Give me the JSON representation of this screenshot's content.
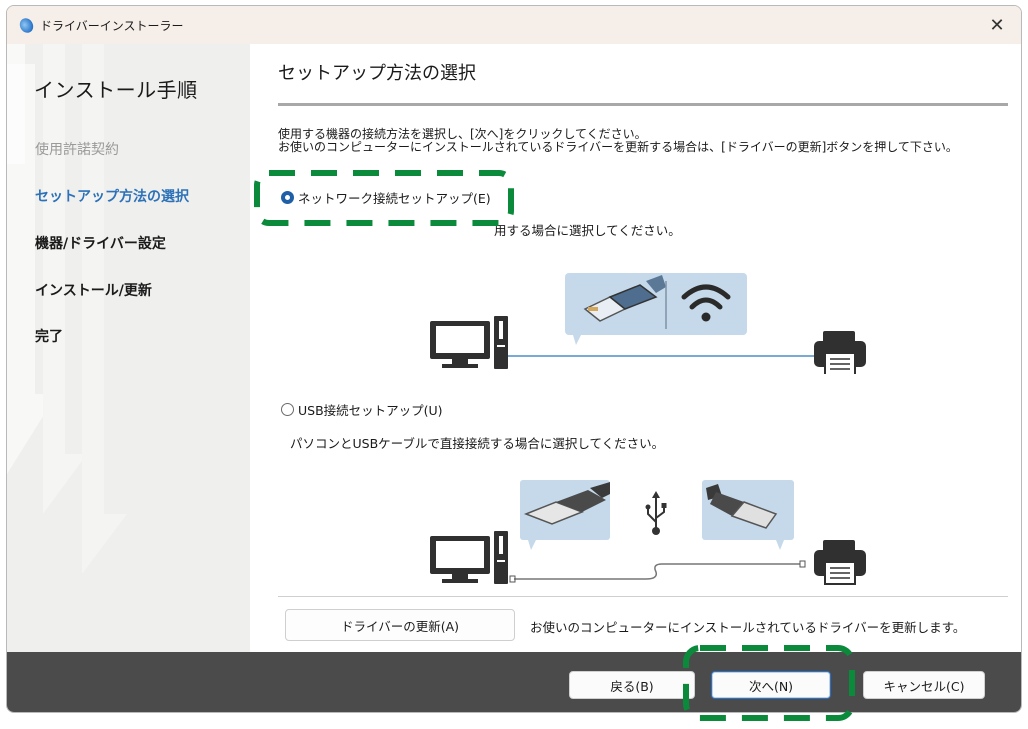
{
  "window": {
    "title": "ドライバーインストーラー",
    "close_glyph": "✕"
  },
  "sidebar": {
    "title": "インストール手順",
    "steps": [
      {
        "label": "使用許諾契約",
        "state": "done"
      },
      {
        "label": "セットアップ方法の選択",
        "state": "current"
      },
      {
        "label": "機器/ドライバー設定",
        "state": "pending"
      },
      {
        "label": "インストール/更新",
        "state": "pending"
      },
      {
        "label": "完了",
        "state": "pending"
      }
    ]
  },
  "content": {
    "title": "セットアップ方法の選択",
    "intro_line1": "使用する機器の接続方法を選択し、[次へ]をクリックしてください。",
    "intro_line2": "お使いのコンピューターにインストールされているドライバーを更新する場合は、[ドライバーの更新]ボタンを押して下さい。",
    "options": [
      {
        "label": "ネットワーク接続セットアップ(E)",
        "selected": true,
        "description_visible": "用する場合に選択してください。"
      },
      {
        "label": "USB接続セットアップ(U)",
        "selected": false,
        "description": "パソコンとUSBケーブルで直接接続する場合に選択してください。"
      }
    ],
    "update_button": "ドライバーの更新(A)",
    "update_description": "お使いのコンピューターにインストールされているドライバーを更新します。"
  },
  "footer": {
    "back": "戻る(B)",
    "next": "次へ(N)",
    "cancel": "キャンセル(C)"
  },
  "colors": {
    "accent_blue": "#2d72b8",
    "highlight_green": "#0a8a3a",
    "footer_bg": "#4b4b4b",
    "sidebar_bg": "#efefed",
    "bubble_bg": "#c5d9ea"
  }
}
